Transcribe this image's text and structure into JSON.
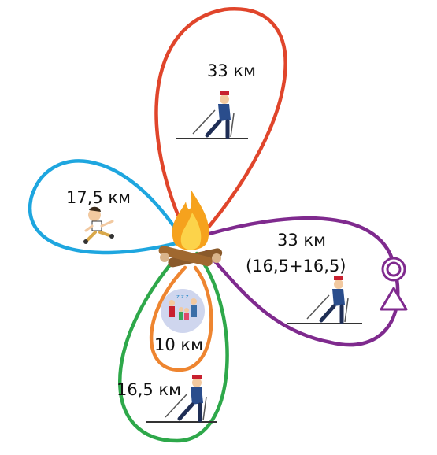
{
  "loops": [
    {
      "id": "red",
      "label": "33 км",
      "color": "#e0452b"
    },
    {
      "id": "blue",
      "label": "17,5 км",
      "color": "#1ea6df"
    },
    {
      "id": "purple",
      "label": "33 км",
      "sublabel": "(16,5+16,5)",
      "color": "#7f2a8e"
    },
    {
      "id": "orange",
      "label": "10 км",
      "color": "#ee8530"
    },
    {
      "id": "green",
      "label": "16,5 км",
      "color": "#2ea84a"
    }
  ],
  "icons": {
    "campfire": "campfire-icon",
    "skier": "skier-icon",
    "runner": "running-boy-icon",
    "family": "family-walk-icon",
    "start_marker": "circle-triangle-marker-icon"
  }
}
